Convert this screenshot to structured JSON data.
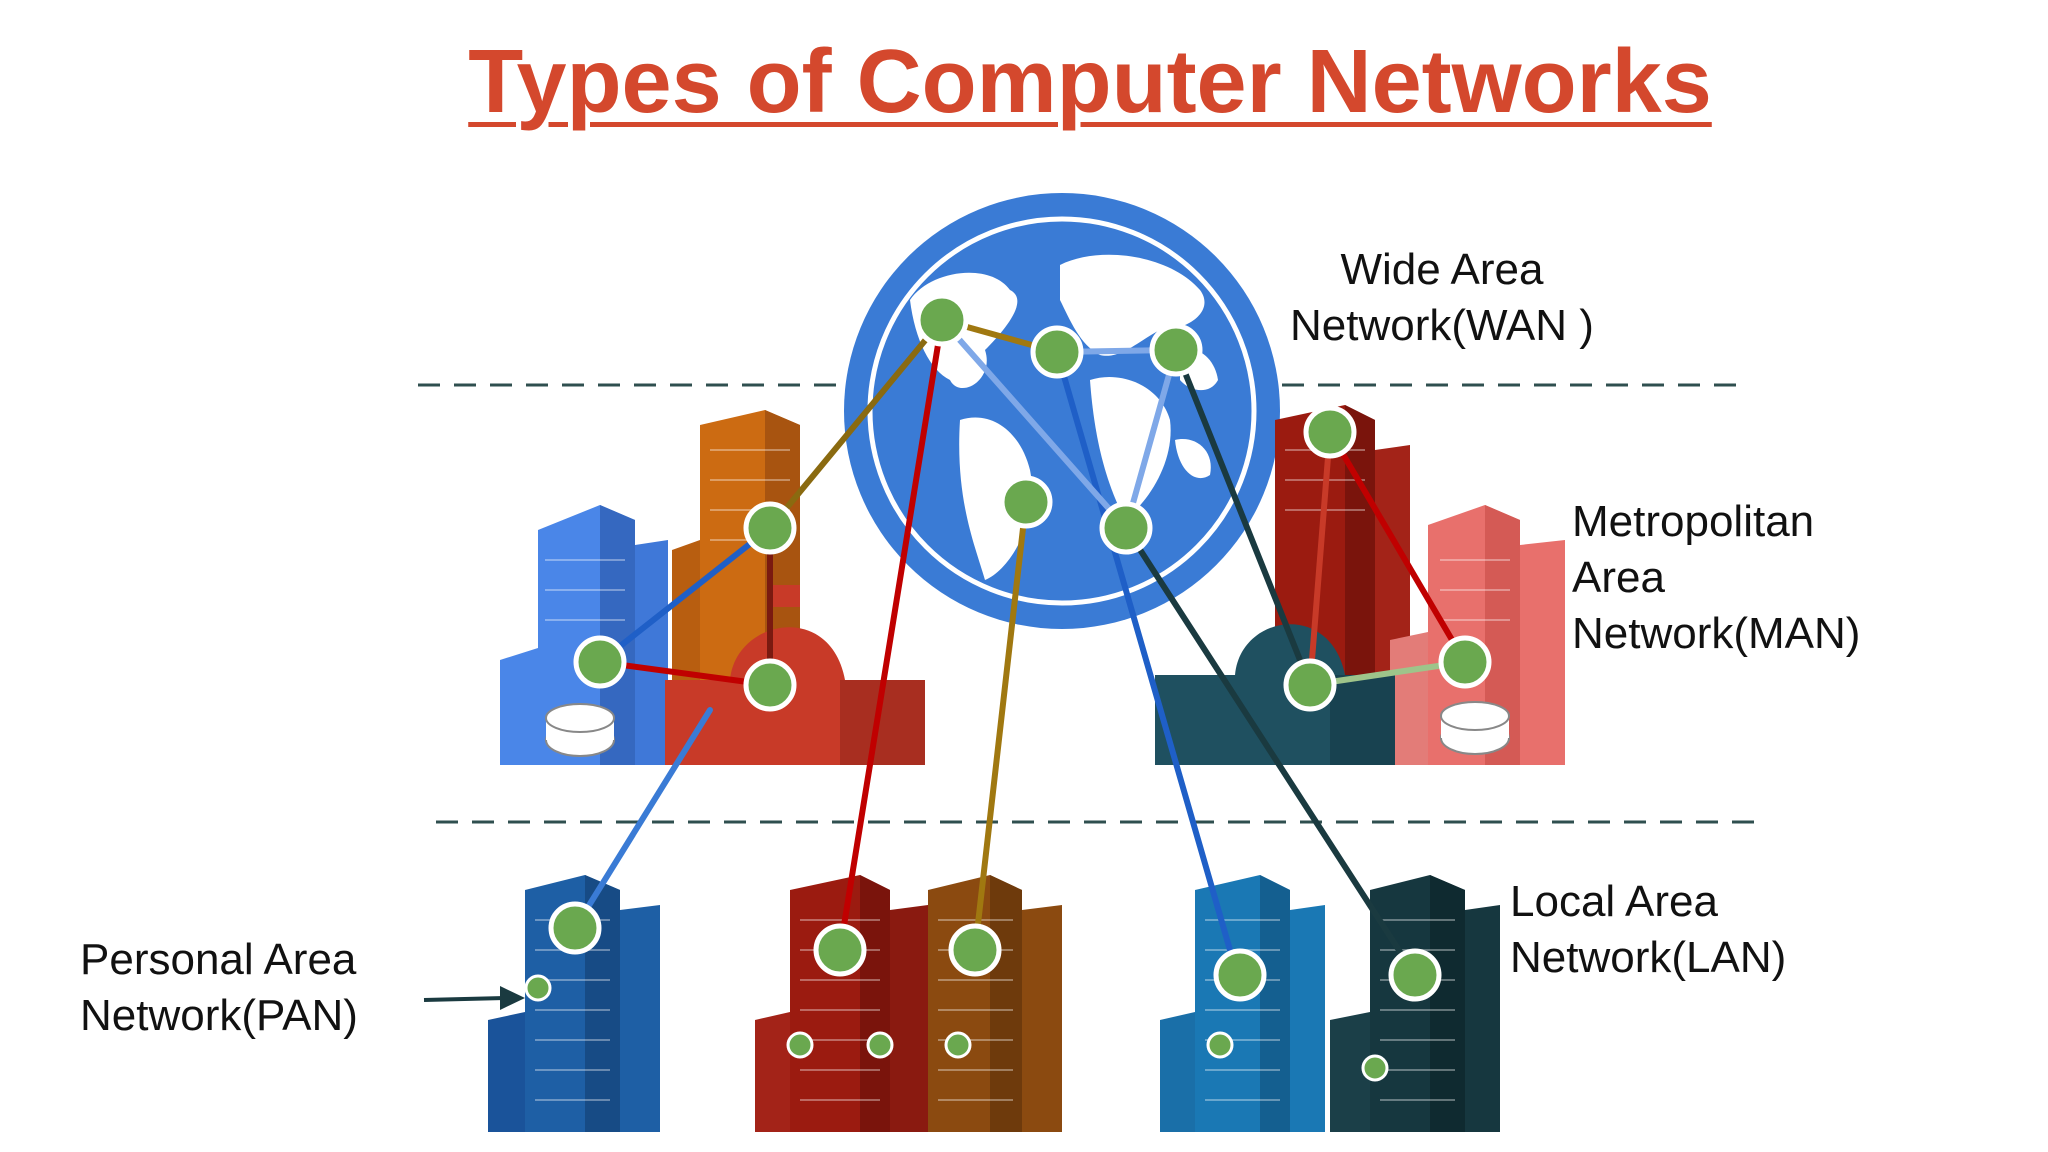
{
  "title": "Types of Computer Networks",
  "labels": {
    "wan": [
      "Wide Area",
      "Network(WAN )"
    ],
    "man": [
      "Metropolitan",
      "Area",
      "Network(MAN)"
    ],
    "lan": [
      "Local Area",
      "Network(LAN)"
    ],
    "pan": [
      "Personal Area",
      "Network(PAN)"
    ]
  },
  "colors": {
    "title": "#d4482d",
    "globe": "#3a7bd5",
    "node": "#6aa84f",
    "link_red": "#c00000",
    "link_gold": "#a07810",
    "link_blue": "#1f5fc7",
    "link_navy": "#1a3a40",
    "building_blue": "#4a86e8",
    "building_orange": "#cc6b12",
    "building_red": "#c83a28",
    "building_darkred": "#9b1b10",
    "building_pink": "#e8706c",
    "building_teal": "#1f5060",
    "building_navy": "#1e5fa5",
    "building_brown": "#8b4a10",
    "building_cyan": "#1a78b4",
    "building_dark": "#16373f"
  },
  "icons": [
    "globe-icon",
    "router-icon",
    "building-icon",
    "node-icon",
    "arrow-icon"
  ]
}
